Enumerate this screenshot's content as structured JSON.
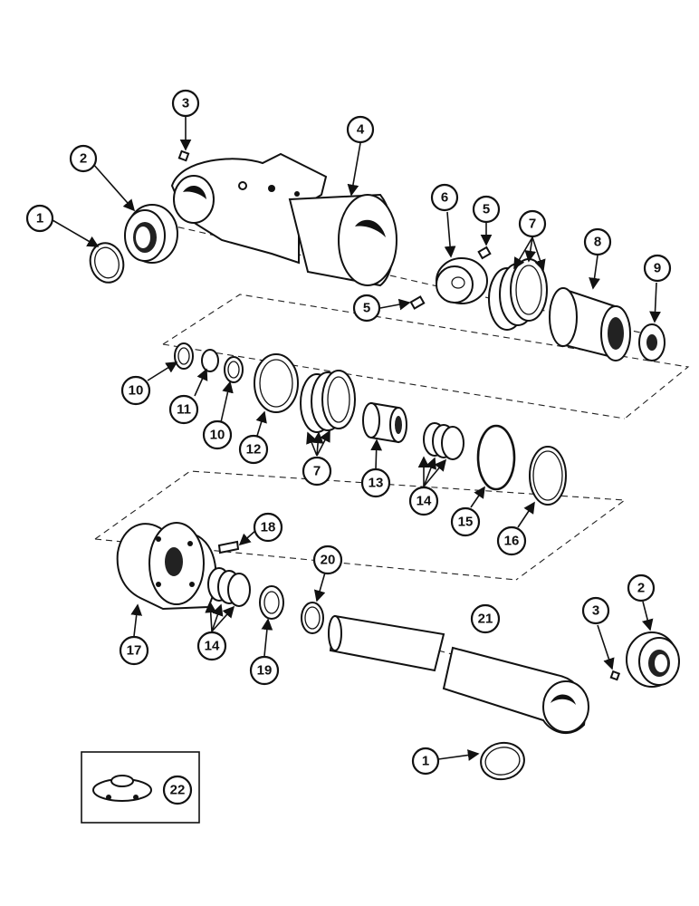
{
  "callouts": {
    "c1a": "1",
    "c2a": "2",
    "c3a": "3",
    "c4": "4",
    "c5a": "5",
    "c5b": "5",
    "c6": "6",
    "c7a": "7",
    "c8": "8",
    "c9": "9",
    "c10a": "10",
    "c10b": "10",
    "c11": "11",
    "c12": "12",
    "c7b": "7",
    "c13": "13",
    "c14a": "14",
    "c15": "15",
    "c16": "16",
    "c18": "18",
    "c17": "17",
    "c14b": "14",
    "c19": "19",
    "c20": "20",
    "c21": "21",
    "c3b": "3",
    "c2b": "2",
    "c1b": "1",
    "c22": "22"
  }
}
